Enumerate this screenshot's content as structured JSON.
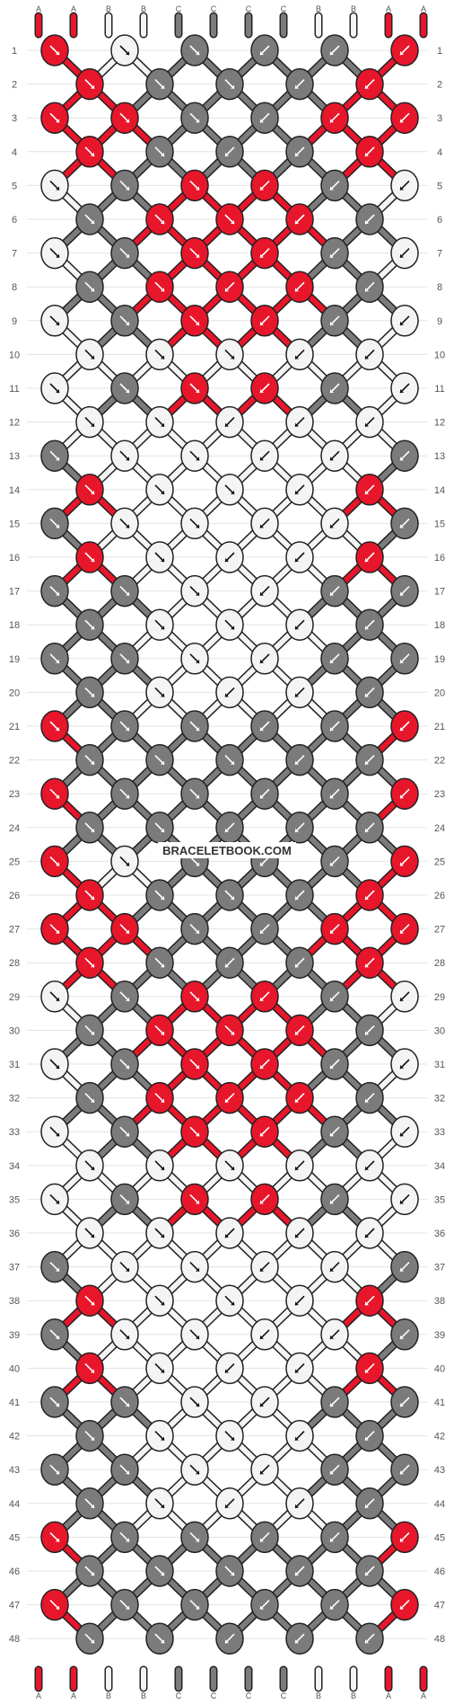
{
  "pattern": {
    "watermark": "BRACELETBOOK.COM",
    "row_labels": [
      "1",
      "2",
      "3",
      "4",
      "5",
      "6",
      "7",
      "8",
      "9",
      "10",
      "11",
      "12",
      "13",
      "14",
      "15",
      "16",
      "17",
      "18",
      "19",
      "20",
      "21",
      "22",
      "23",
      "24",
      "25",
      "26",
      "27",
      "28",
      "29",
      "30",
      "31",
      "32",
      "33",
      "34",
      "35",
      "36",
      "37",
      "38",
      "39",
      "40",
      "41",
      "42",
      "43",
      "44",
      "45",
      "46",
      "47",
      "48"
    ],
    "strand_labels": [
      "A",
      "A",
      "B",
      "B",
      "C",
      "C",
      "C",
      "C",
      "B",
      "B",
      "A",
      "A"
    ],
    "colors": {
      "A": "#e8162b",
      "B": "#f4f4f4",
      "C": "#7b7b7b"
    }
  }
}
